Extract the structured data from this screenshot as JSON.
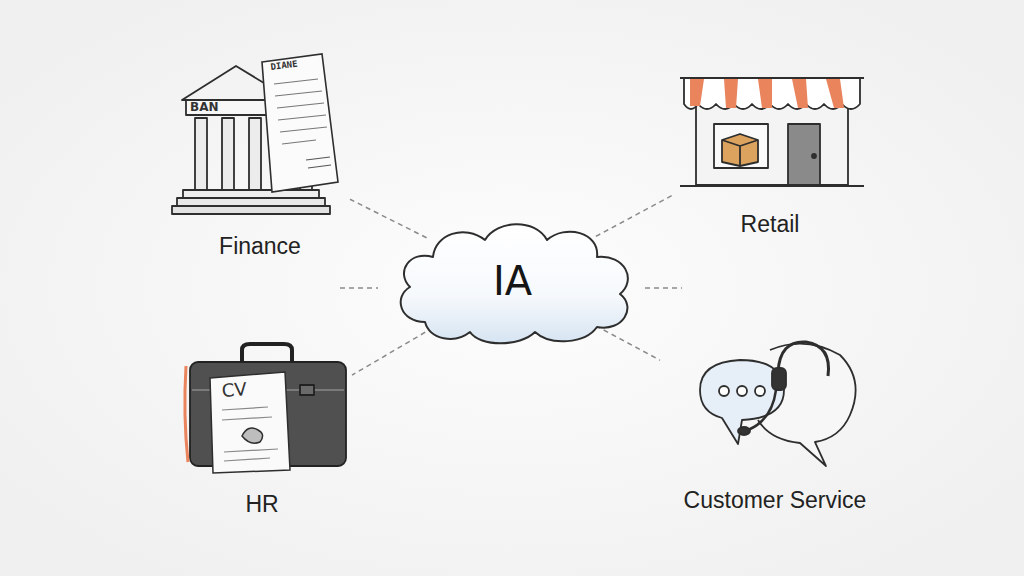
{
  "diagram": {
    "nodes": [
      {
        "text": [
          "Finance"
        ]
      },
      {
        "text": [
          "Retail"
        ]
      },
      {
        "text": [
          "IA"
        ]
      },
      {
        "text": [
          "HR"
        ]
      },
      {
        "text": [
          "Customer Service"
        ]
      }
    ],
    "edges": [
      {
        "from": 2,
        "to": 0,
        "arrow": "none"
      },
      {
        "from": 2,
        "to": 1,
        "arrow": "none"
      },
      {
        "from": 2,
        "to": 3,
        "arrow": "none"
      },
      {
        "from": 2,
        "to": 4,
        "arrow": "none"
      }
    ],
    "labels": [
      "BAN",
      "DIANE",
      "CV"
    ]
  }
}
